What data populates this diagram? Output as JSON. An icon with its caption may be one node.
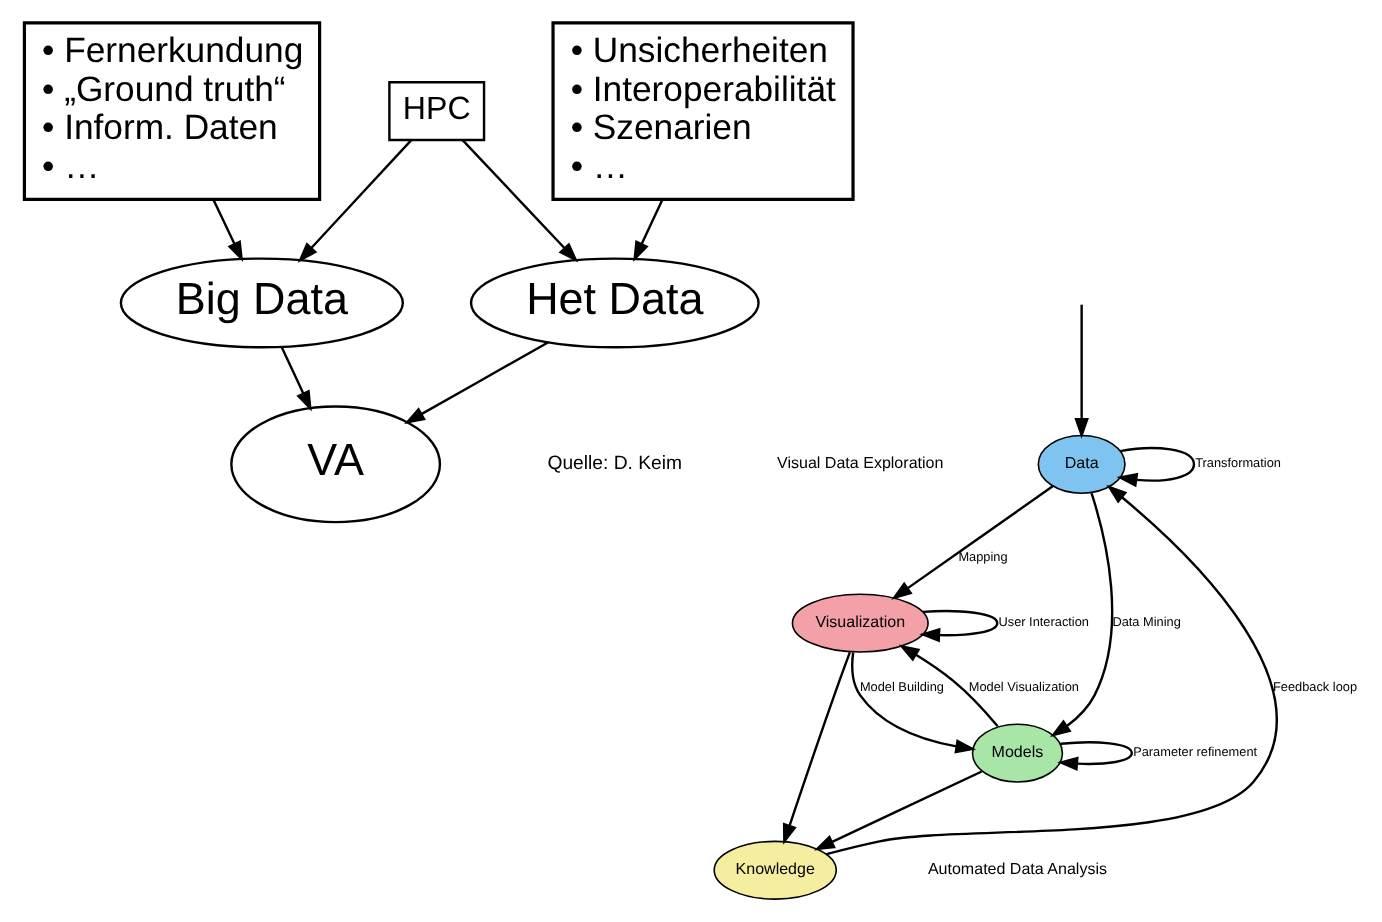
{
  "diagram": {
    "nodes": [
      {
        "text": [
          "• Fernerkundung",
          "• „Ground truth“",
          "• Inform. Daten",
          "• …"
        ]
      },
      {
        "text": [
          "• Unsicherheiten",
          "• Interoperabilität",
          "• Szenarien",
          "• …"
        ]
      },
      {
        "text": [
          "HPC"
        ]
      },
      {
        "text": [
          "Big Data"
        ]
      },
      {
        "text": [
          "Het Data"
        ]
      },
      {
        "text": [
          "VA"
        ]
      },
      {
        "text": [
          "Data"
        ]
      },
      {
        "text": [
          "Visualization"
        ]
      },
      {
        "text": [
          "Models"
        ]
      },
      {
        "text": [
          "Knowledge"
        ]
      }
    ],
    "edges": [
      {
        "from": 0,
        "to": 3,
        "arrow": "to"
      },
      {
        "from": 2,
        "to": 3,
        "arrow": "to"
      },
      {
        "from": 2,
        "to": 4,
        "arrow": "to"
      },
      {
        "from": 1,
        "to": 4,
        "arrow": "to"
      },
      {
        "from": 3,
        "to": 5,
        "arrow": "to"
      },
      {
        "from": 4,
        "to": 5,
        "arrow": "to"
      },
      {
        "from": null,
        "to": 6,
        "arrow": "to"
      },
      {
        "from": 6,
        "to": 6,
        "arrow": "to",
        "label": "Transformation"
      },
      {
        "from": 6,
        "to": 7,
        "arrow": "to",
        "label": "Mapping"
      },
      {
        "from": 6,
        "to": 8,
        "arrow": "to",
        "label": "Data Mining"
      },
      {
        "from": 7,
        "to": 7,
        "arrow": "to",
        "label": "User Interaction"
      },
      {
        "from": 7,
        "to": 8,
        "arrow": "to",
        "label": "Model Building"
      },
      {
        "from": 8,
        "to": 7,
        "arrow": "to",
        "label": "Model Visualization"
      },
      {
        "from": 8,
        "to": 8,
        "arrow": "to",
        "label": "Parameter refinement"
      },
      {
        "from": 7,
        "to": 9,
        "arrow": "to"
      },
      {
        "from": 8,
        "to": 9,
        "arrow": "to"
      },
      {
        "from": 9,
        "to": 6,
        "arrow": "to",
        "label": "Feedback loop"
      }
    ],
    "labels": [
      "Quelle: D. Keim",
      "Visual Data Exploration",
      "Automated Data Analysis"
    ]
  }
}
